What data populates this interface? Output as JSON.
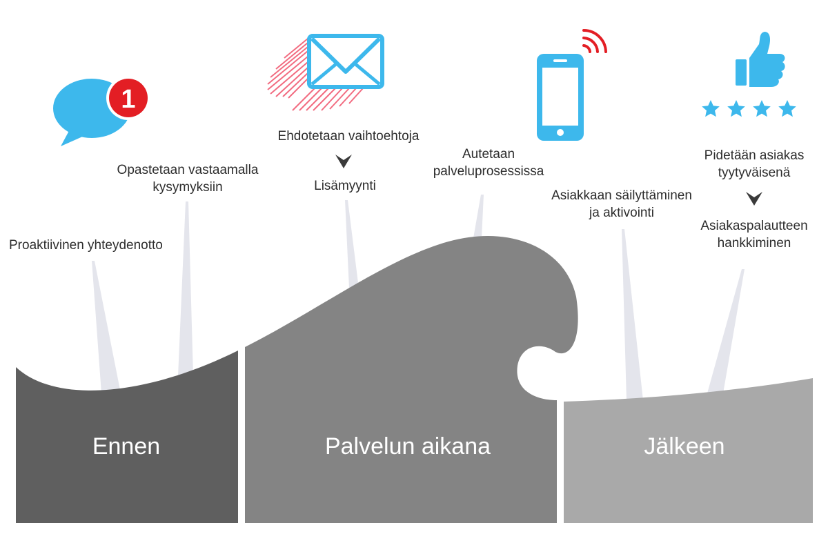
{
  "phases": {
    "before": "Ennen",
    "during": "Palvelun aikana",
    "after": "Jälkeen"
  },
  "labels": {
    "proactive": "Proaktiivinen yhteydenotto",
    "guide_line1": "Opastetaan vastaamalla",
    "guide_line2": "kysymyksiin",
    "suggest": "Ehdotetaan vaihtoehtoja",
    "upsell": "Lisämyynti",
    "assist_line1": "Autetaan",
    "assist_line2": "palveluprosessissa",
    "retain_line1": "Asiakkaan säilyttäminen",
    "retain_line2": "ja aktivointi",
    "satisfied_line1": "Pidetään asiakas",
    "satisfied_line2": "tyytyväisenä",
    "feedback_line1": "Asiakaspalautteen",
    "feedback_line2": "hankkiminen"
  },
  "badge": {
    "count": "1"
  },
  "icons": {
    "chat": "chat-bubble-icon",
    "mail": "envelope-icon",
    "phone": "smartphone-icon",
    "thumb": "thumbs-up-icon",
    "stars": "five-stars-icon"
  },
  "colors": {
    "accent_blue": "#3db8ec",
    "badge_red": "#e31e24",
    "before_block": "#5f5f5f",
    "during_block": "#848484",
    "after_block": "#a9a9a9",
    "beam": "#e4e5ec"
  }
}
